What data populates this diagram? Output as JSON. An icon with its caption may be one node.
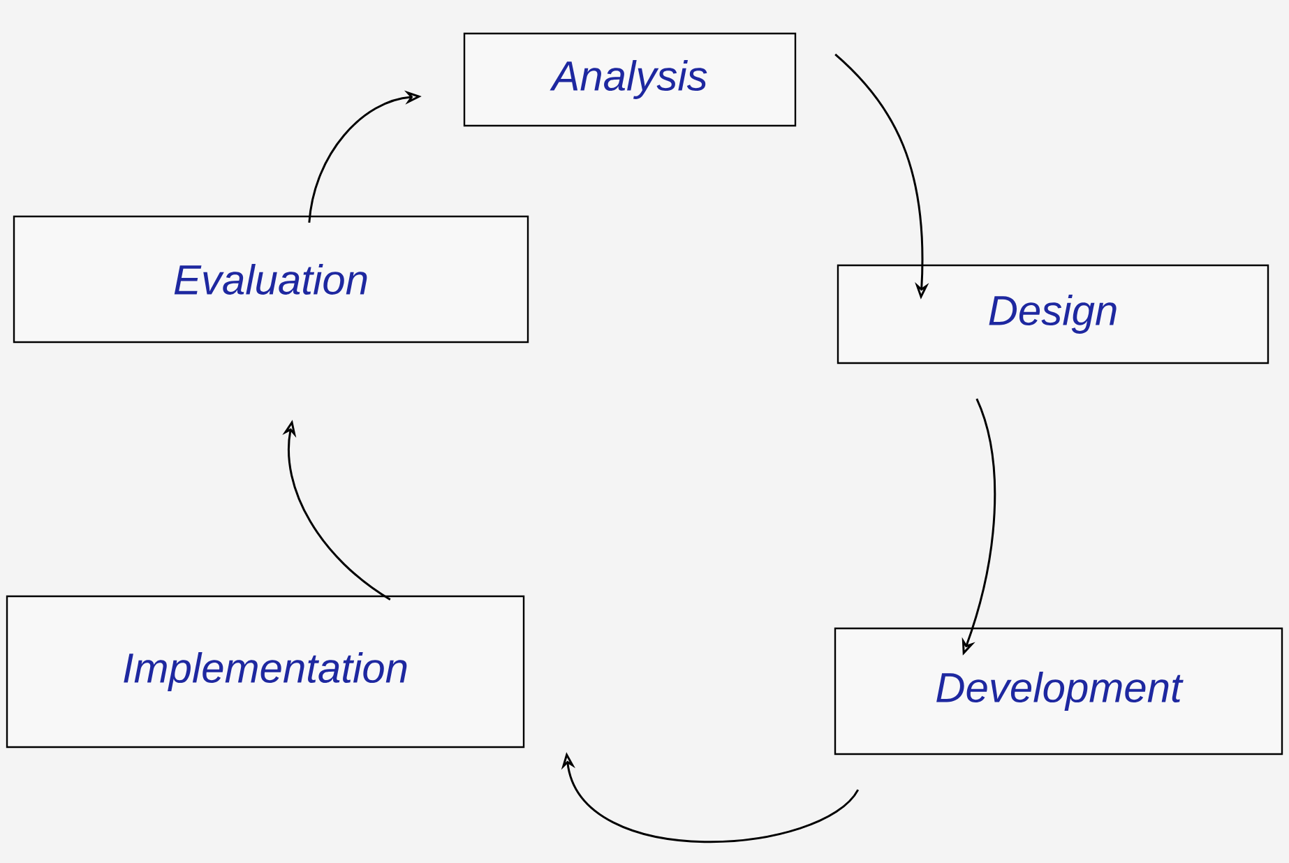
{
  "diagram": {
    "nodes": [
      {
        "text": [
          "Analysis"
        ]
      },
      {
        "text": [
          "Design"
        ]
      },
      {
        "text": [
          "Development"
        ]
      },
      {
        "text": [
          "Implementation"
        ]
      },
      {
        "text": [
          "Evaluation"
        ]
      }
    ],
    "edges": [
      {
        "from": 0,
        "to": 1,
        "arrow": "to"
      },
      {
        "from": 1,
        "to": 2,
        "arrow": "to"
      },
      {
        "from": 2,
        "to": 3,
        "arrow": "to"
      },
      {
        "from": 3,
        "to": 4,
        "arrow": "to"
      },
      {
        "from": 4,
        "to": 0,
        "arrow": "to"
      }
    ]
  }
}
